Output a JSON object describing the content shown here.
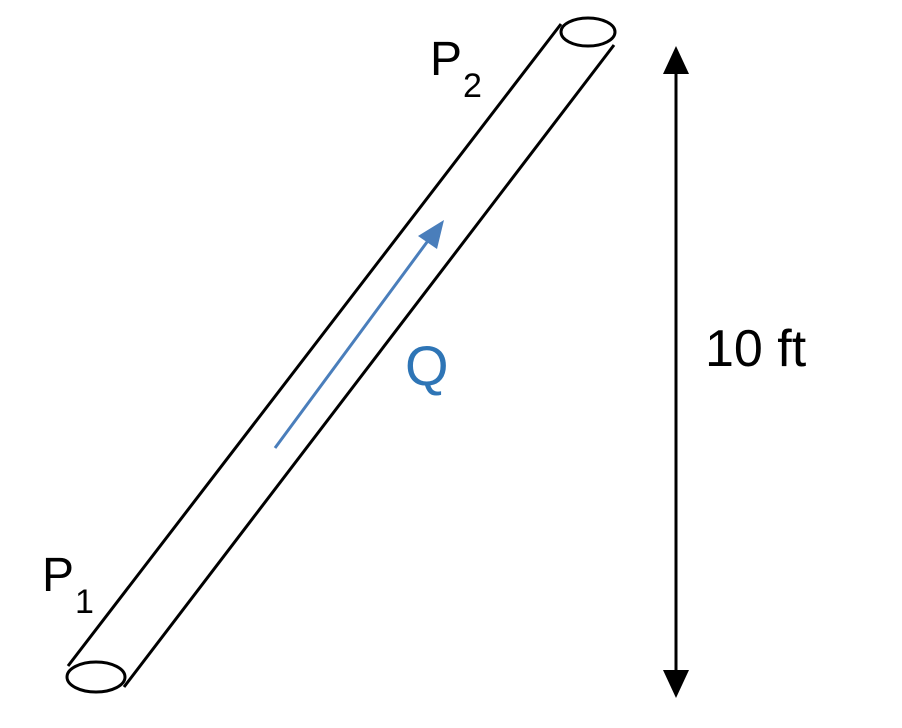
{
  "labels": {
    "p2_main": "P",
    "p2_sub": "2",
    "p1_main": "P",
    "p1_sub": "1",
    "flow": "Q",
    "height": "10 ft"
  },
  "colors": {
    "stroke": "#000000",
    "flow": "#4a7ebb",
    "flow_text": "#2e75b6"
  }
}
